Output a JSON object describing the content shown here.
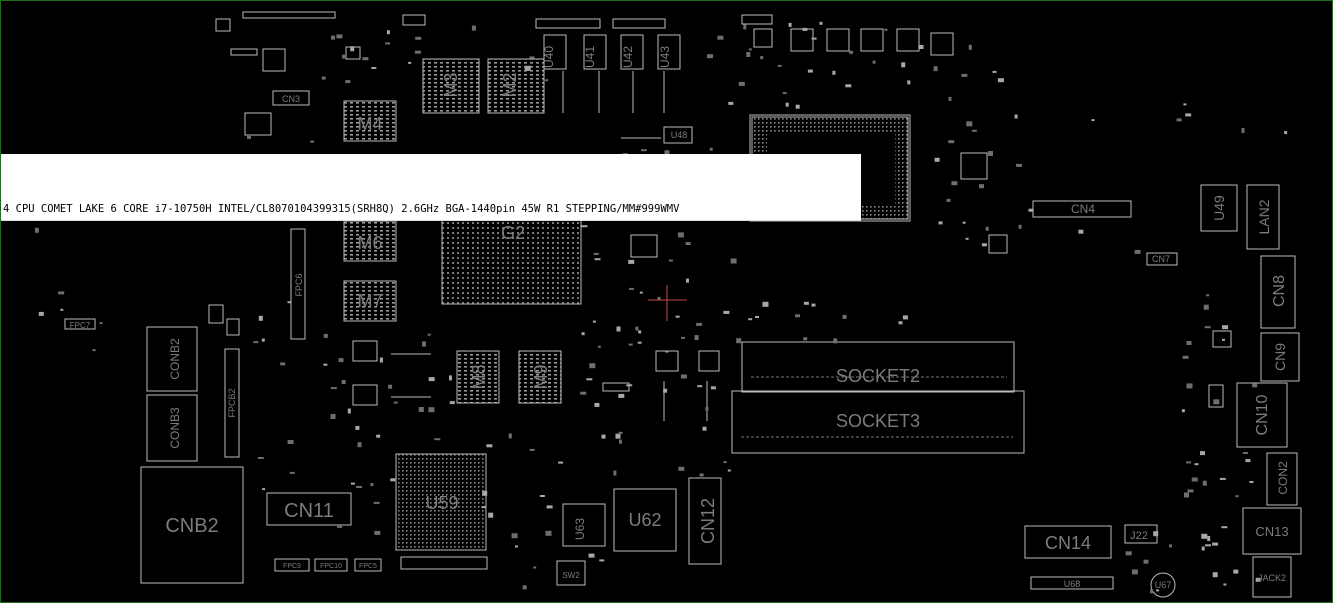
{
  "tooltip": {
    "text": "4 CPU COMET LAKE 6 CORE i7-10750H INTEL/CL8070104399315(SRH8Q) 2.6GHz BGA-1440pin 45W R1 STEPPING/MM#999WMV"
  },
  "components": {
    "u40": "U40",
    "u41": "U41",
    "u42": "U42",
    "u43": "U43",
    "m2": "M2",
    "m3": "M3",
    "m4": "M4",
    "m6": "M6",
    "m7": "M7",
    "m8": "M8",
    "m9": "M9",
    "g2": "G2",
    "u48": "U48",
    "u49": "U49",
    "u59": "U59",
    "u62": "U62",
    "u63": "U63",
    "u67": "U67",
    "u68": "U68",
    "cn3": "CN3",
    "cn4": "CN4",
    "cn7": "CN7",
    "cn8": "CN8",
    "cn9": "CN9",
    "cn10": "CN10",
    "cn11": "CN11",
    "cn12": "CN12",
    "cn13": "CN13",
    "cn14": "CN14",
    "con2": "CON2",
    "conb2": "CONB2",
    "conb3": "CONB3",
    "cnb2": "CNB2",
    "lan2": "LAN2",
    "socket2": "SOCKET2",
    "socket3": "SOCKET3",
    "fpc6": "FPC6",
    "fpc7": "FPC7",
    "fpc9": "FPC9",
    "fpcb2": "FPCB2",
    "fpc10": "FPC10",
    "fpc5": "FPC5",
    "j22": "J22",
    "jack2": "JACK2",
    "sw2": "SW2"
  }
}
